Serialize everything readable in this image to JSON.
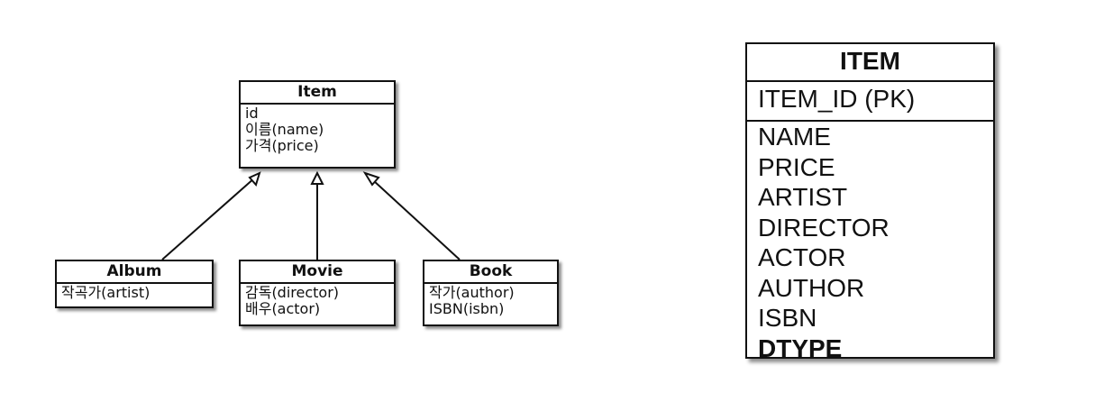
{
  "class_diagram": {
    "parent": {
      "name": "Item",
      "attributes": [
        "id",
        "이름(name)",
        "가격(price)"
      ]
    },
    "children": [
      {
        "name": "Album",
        "attributes": [
          "작곡가(artist)"
        ]
      },
      {
        "name": "Movie",
        "attributes": [
          "감독(director)",
          "배우(actor)"
        ]
      },
      {
        "name": "Book",
        "attributes": [
          "작가(author)",
          "ISBN(isbn)"
        ]
      }
    ]
  },
  "table": {
    "name": "ITEM",
    "primary_key": "ITEM_ID (PK)",
    "columns": [
      "NAME",
      "PRICE",
      "ARTIST",
      "DIRECTOR",
      "ACTOR",
      "AUTHOR",
      "ISBN"
    ],
    "discriminator": "DTYPE"
  }
}
